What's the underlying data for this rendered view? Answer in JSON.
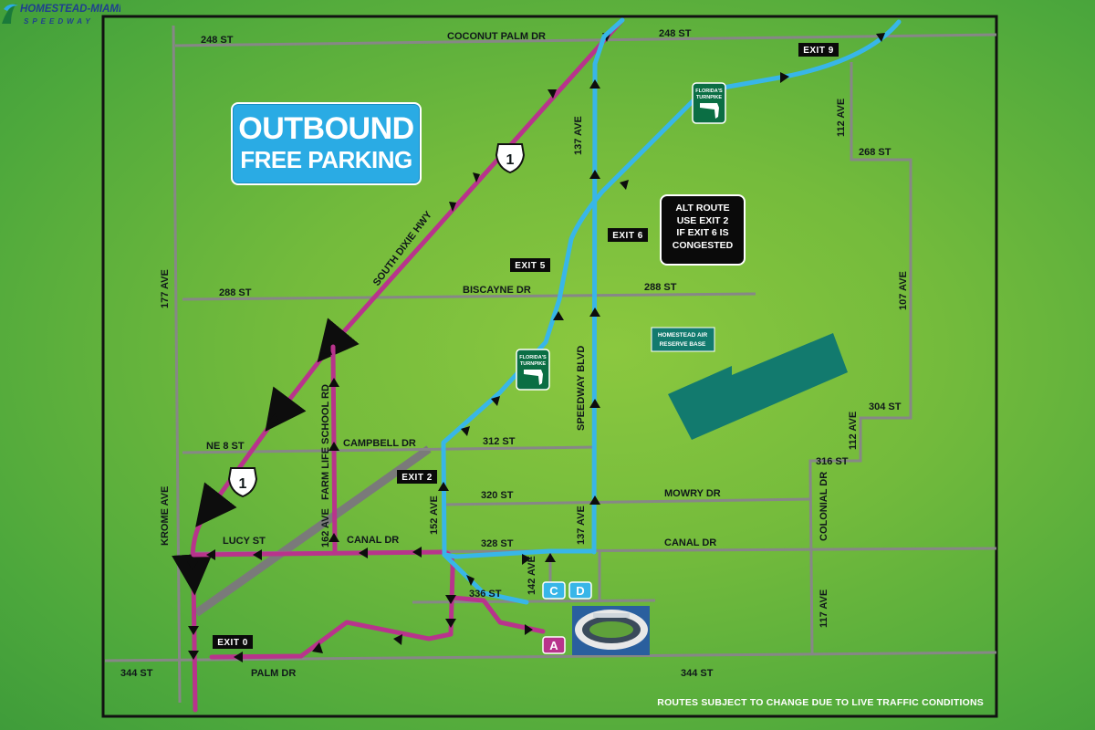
{
  "title": {
    "line1": "OUTBOUND",
    "line2": "FREE PARKING"
  },
  "alt_route": {
    "lines": [
      "ALT ROUTE",
      "USE EXIT 2",
      "IF EXIT 6 IS",
      "CONGESTED"
    ]
  },
  "disclaimer": "ROUTES SUBJECT TO CHANGE DUE TO LIVE TRAFFIC CONDITIONS",
  "streets": {
    "s248_left": "248 ST",
    "coconut_palm": "COCONUT PALM DR",
    "s248_right": "248 ST",
    "s268": "268 ST",
    "s288_left": "288 ST",
    "biscayne": "BISCAYNE DR",
    "s288_right": "288 ST",
    "s304": "304 ST",
    "ne8": "NE 8 ST",
    "campbell": "CAMPBELL DR",
    "s312": "312 ST",
    "s316": "316 ST",
    "s320": "320 ST",
    "mowry": "MOWRY DR",
    "lucy": "LUCY ST",
    "canal_left": "CANAL DR",
    "s328": "328 ST",
    "canal_right": "CANAL DR",
    "s336": "336 ST",
    "s344_left": "344 ST",
    "palm": "PALM DR",
    "s344_right": "344 ST",
    "ave177": "177 AVE",
    "krome": "KROME AVE",
    "south_dixie": "SOUTH DIXIE HWY",
    "farm_life": "FARM LIFE SCHOOL RD",
    "ave162": "162 AVE",
    "ave152": "152 AVE",
    "ave142": "142 AVE",
    "ave137_top": "137 AVE",
    "speedway": "SPEEDWAY BLVD",
    "ave137_bottom": "137 AVE",
    "ave112_top": "112 AVE",
    "ave107": "107 AVE",
    "ave112_mid": "112 AVE",
    "colonial": "COLONIAL DR",
    "ave117": "117 AVE"
  },
  "exits": [
    "EXIT 9",
    "EXIT 6",
    "EXIT 5",
    "EXIT 2",
    "EXIT 0"
  ],
  "parking_lots": [
    "C",
    "D",
    "A"
  ],
  "shields": {
    "us1": "1",
    "turnpike_line1": "FLORIDA'S",
    "turnpike_line2": "TURNPIKE"
  },
  "landmarks": {
    "air_base_line1": "HOMESTEAD AIR",
    "air_base_line2": "RESERVE BASE",
    "speedway_name": "HOMESTEAD-MIAMI",
    "speedway_sub": "SPEEDWAY"
  },
  "colors": {
    "route_us1": "#b8348c",
    "route_turnpike": "#38b6e8",
    "road": "#888888",
    "highway": "#7a7a7a",
    "air_base": "#127a6e",
    "title_box": "#2aabe4",
    "alt_box": "#0a0a0a",
    "background": "#74bb3c"
  }
}
